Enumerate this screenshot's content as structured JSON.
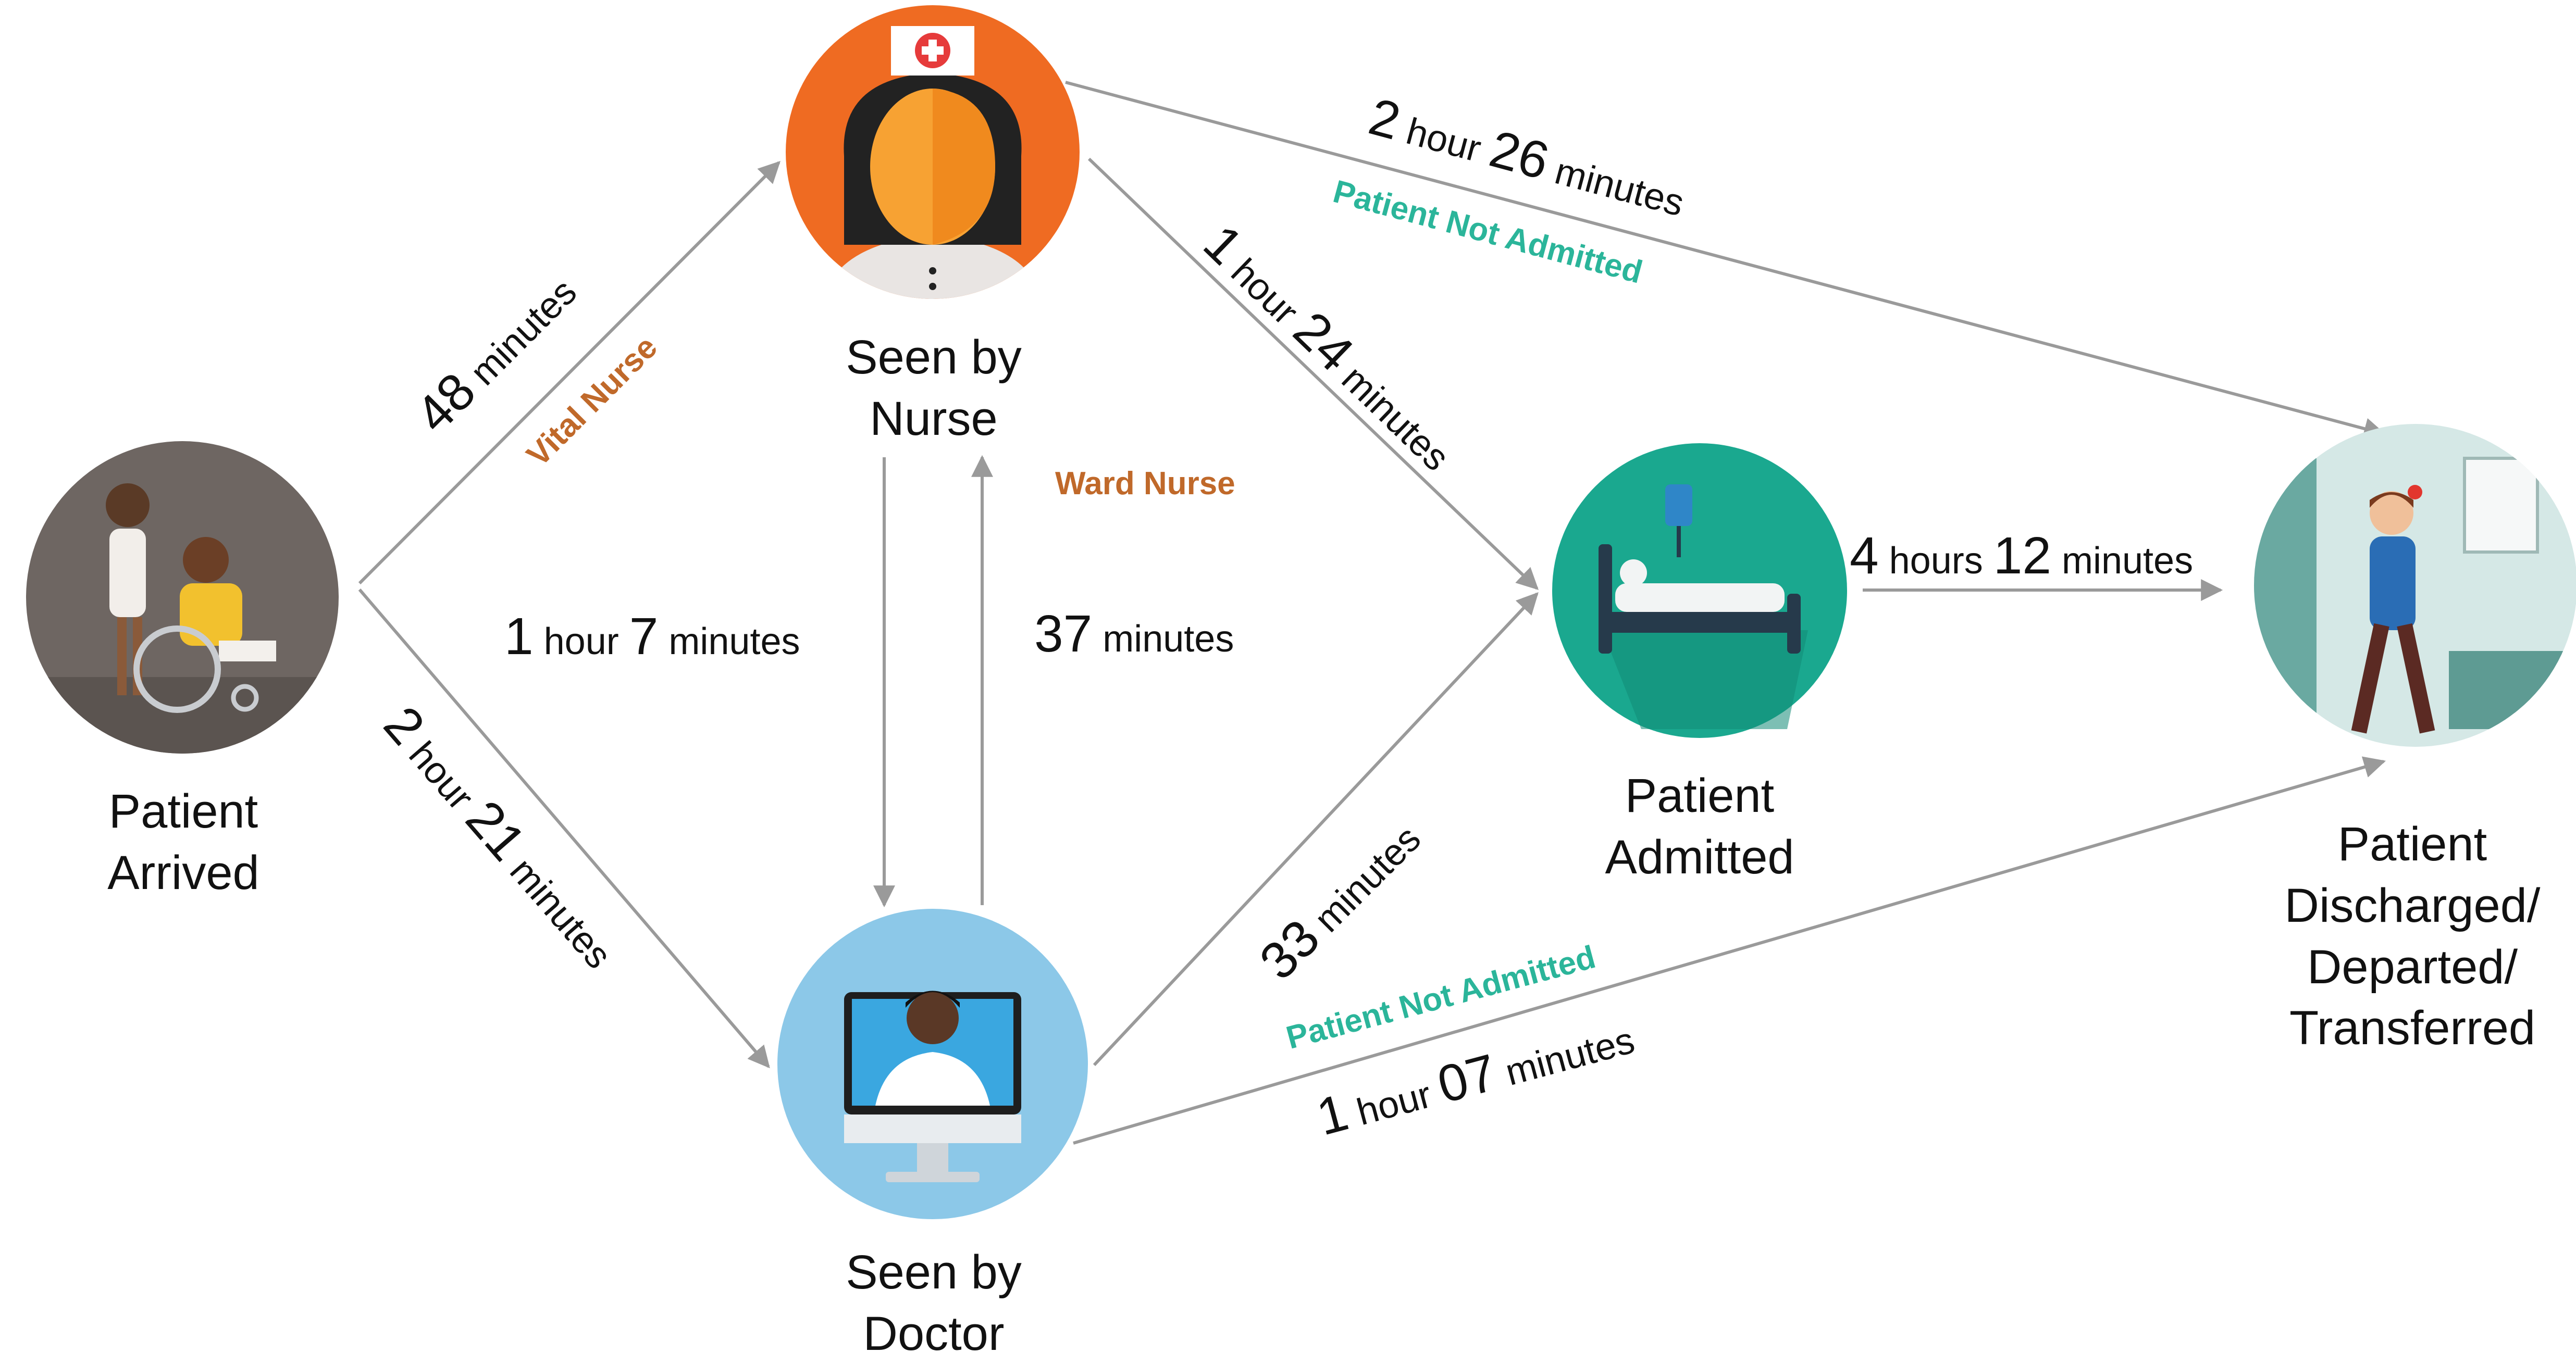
{
  "nodes": {
    "arrived": {
      "label_lines": [
        "Patient",
        "Arrived"
      ]
    },
    "nurse": {
      "label_lines": [
        "Seen by",
        "Nurse"
      ]
    },
    "doctor": {
      "label_lines": [
        "Seen by",
        "Doctor"
      ]
    },
    "admitted": {
      "label_lines": [
        "Patient",
        "Admitted"
      ]
    },
    "discharged": {
      "label_lines": [
        "Patient",
        "Discharged/",
        "Departed/",
        "Transferred"
      ]
    }
  },
  "edges": {
    "arrived_to_nurse": {
      "num1": "48",
      "unit1": " minutes"
    },
    "arrived_to_doctor": {
      "num1": "2",
      "unit1": " hour ",
      "num2": "21",
      "unit2": " minutes"
    },
    "nurse_to_doctor": {
      "num1": "1",
      "unit1": " hour ",
      "num2": "7",
      "unit2": " minutes"
    },
    "doctor_to_nurse": {
      "num1": "37",
      "unit1": " minutes"
    },
    "nurse_to_admitted": {
      "num1": "1",
      "unit1": " hour ",
      "num2": "24",
      "unit2": " minutes"
    },
    "doctor_to_admitted": {
      "num1": "33",
      "unit1": " minutes"
    },
    "admitted_to_discharged": {
      "num1": "4",
      "unit1": " hours ",
      "num2": "12",
      "unit2": " minutes"
    },
    "nurse_to_discharged": {
      "num1": "2",
      "unit1": " hour ",
      "num2": "26",
      "unit2": " minutes"
    },
    "doctor_to_discharged": {
      "num1": "1",
      "unit1": " hour ",
      "num2": "07",
      "unit2": " minutes"
    }
  },
  "roles": {
    "vital_nurse": "Vital Nurse",
    "ward_nurse": "Ward Nurse",
    "not_admitted_top": "Patient Not Admitted",
    "not_admitted_bottom": "Patient Not Admitted"
  },
  "colors": {
    "arrow": "#9a9a9a",
    "role_nurse": "#c0692a",
    "role_not_admitted": "#2bb59a",
    "nurse_circle": "#ef6b22",
    "doctor_circle": "#8cc8e8",
    "admitted_circle": "#1aa88f",
    "arrived_circle": "#6e6662",
    "discharged_circle": "#d5e8e6"
  },
  "icons": {
    "arrived": "patient-in-wheelchair-icon",
    "nurse": "nurse-icon",
    "doctor": "doctor-on-monitor-icon",
    "admitted": "hospital-bed-icon",
    "discharged": "walking-patient-icon"
  }
}
